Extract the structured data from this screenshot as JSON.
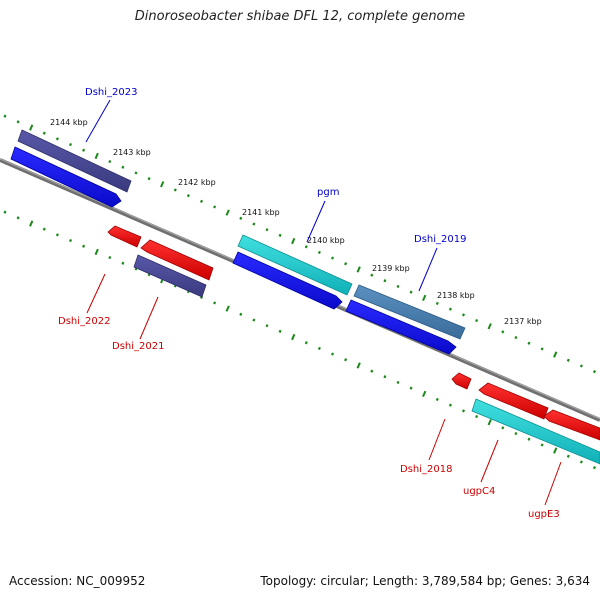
{
  "title": "Dinoroseobacter shibae DFL 12, complete genome",
  "footer": {
    "accession": "Accession: NC_009952",
    "summary": "Topology: circular; Length: 3,789,584 bp; Genes: 3,634"
  },
  "colors": {
    "backbone": "#808080",
    "tick_marks": "#1a8a1a",
    "plus_strand_label": "#0000cc",
    "minus_strand_label": "#cc0000",
    "gene_blue": "#1a1aee",
    "gene_navy": "#4a4a99",
    "gene_cyan": "#22cccc",
    "gene_steel": "#4a80b0",
    "gene_red": "#ee1111"
  },
  "position_ticks": [
    "2144 kbp",
    "2143 kbp",
    "2142 kbp",
    "2141 kbp",
    "2140 kbp",
    "2139 kbp",
    "2138 kbp",
    "2137 kbp"
  ],
  "gene_labels": {
    "top": [
      "Dshi_2023",
      "pgm",
      "Dshi_2019"
    ],
    "bottom": [
      "Dshi_2022",
      "Dshi_2021",
      "Dshi_2018",
      "ugpC4",
      "ugpE3"
    ]
  }
}
